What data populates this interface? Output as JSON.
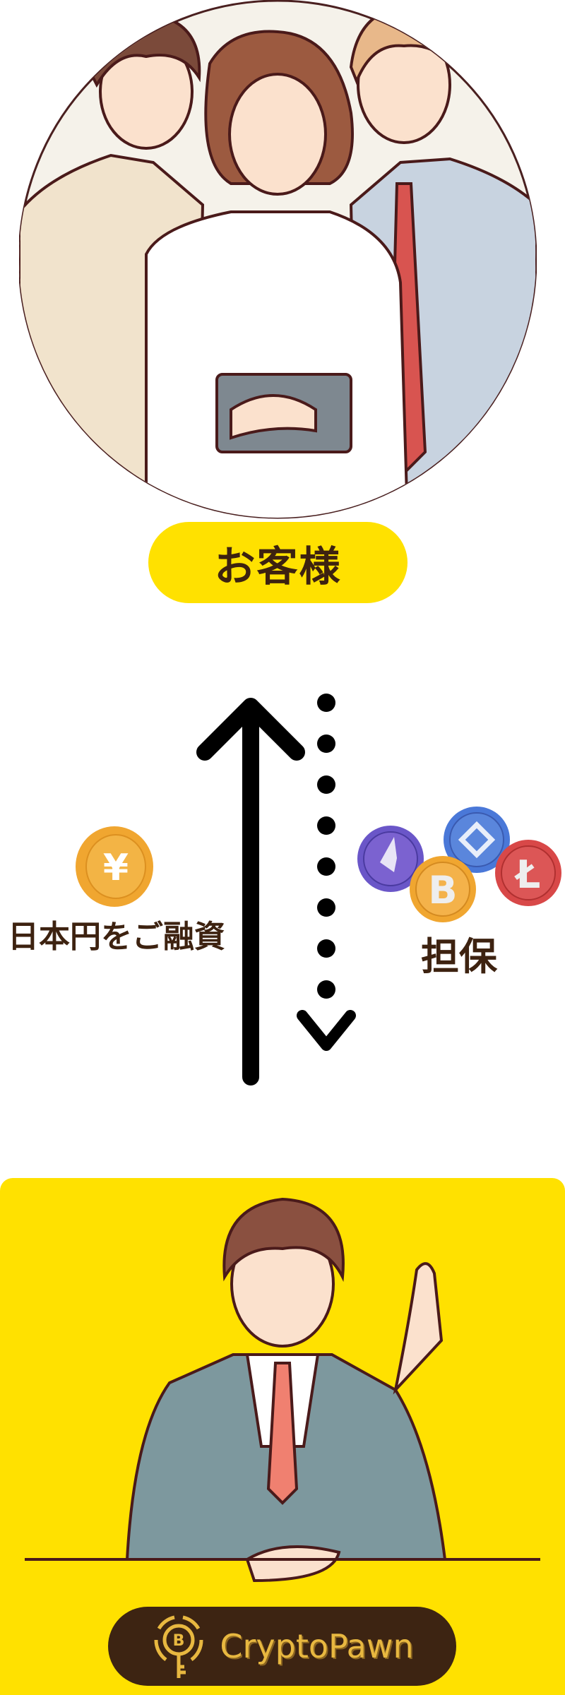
{
  "customer": {
    "label": "お客様"
  },
  "loan": {
    "label": "日本円をご融資",
    "icon": "yen-coin-icon"
  },
  "collateral": {
    "label": "担保",
    "icons": [
      "ethereum-coin-icon",
      "binance-coin-icon",
      "bitcoin-coin-icon",
      "litecoin-coin-icon"
    ]
  },
  "brand": {
    "name": "CryptoPawn",
    "icon": "bitcoin-key-icon"
  },
  "colors": {
    "yellow": "#FFE100",
    "brown": "#3d2210",
    "logo_gold": "#e8b840"
  }
}
